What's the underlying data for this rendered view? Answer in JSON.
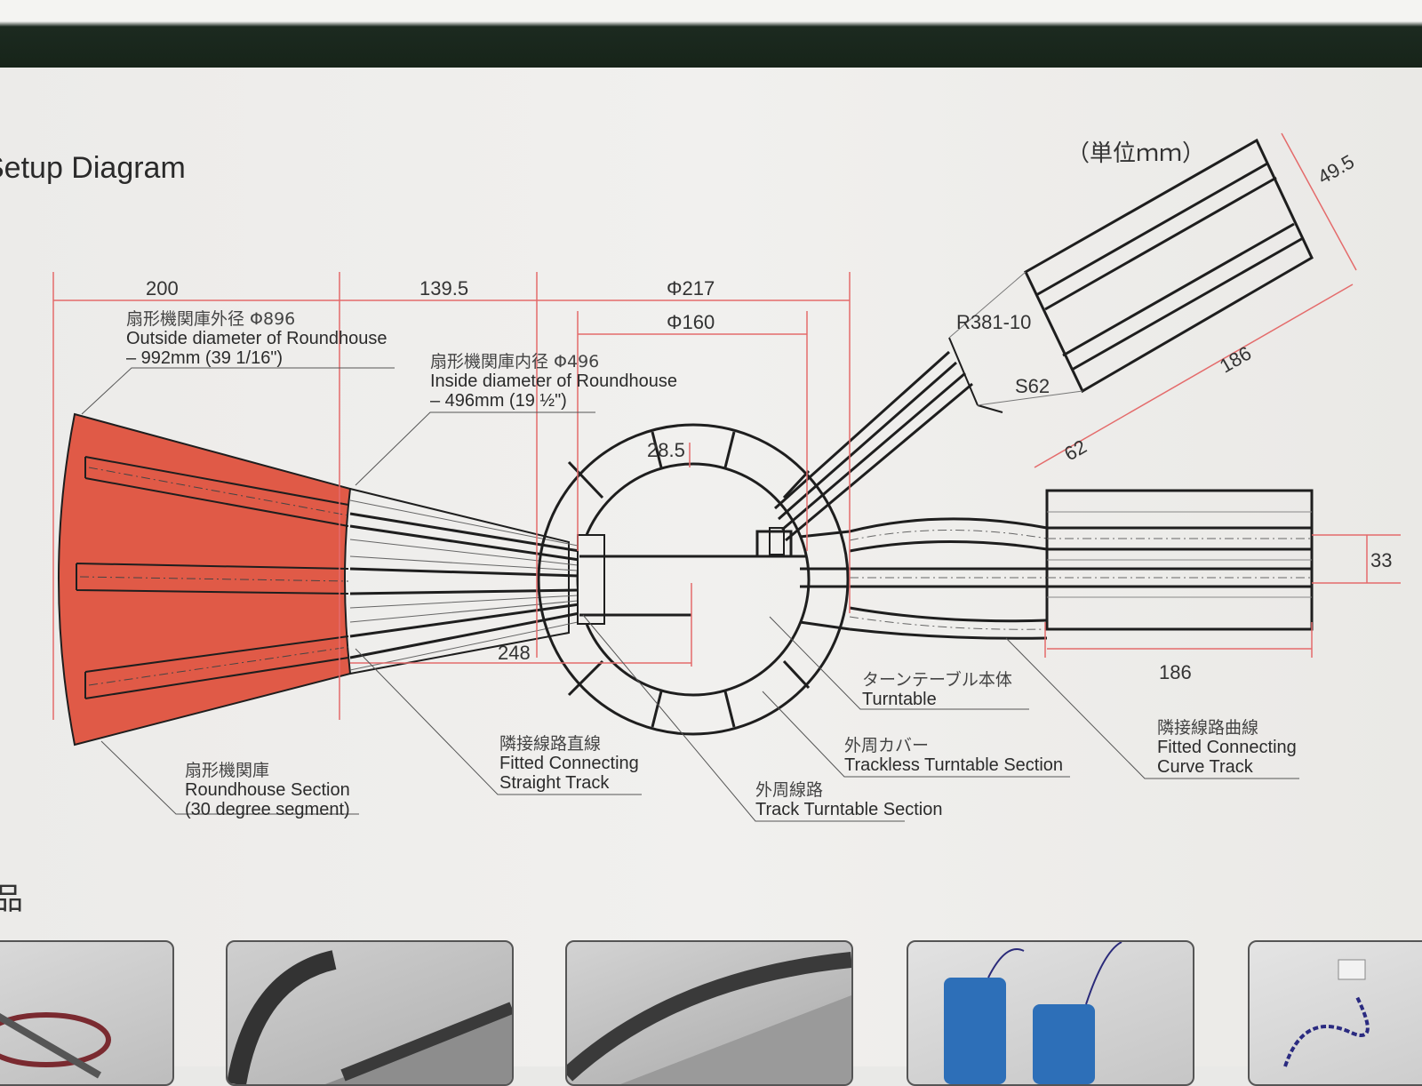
{
  "title": "Setup Diagram",
  "unit": "（単位ｍｍ）",
  "parts_heading": "品",
  "colors": {
    "roundhouse": "#e05a47",
    "line": "#1e1e1e",
    "leader": "#555555",
    "dimension": "#e46b6b"
  },
  "dimensions": {
    "d200": "200",
    "d139": "139.5",
    "d217": "Φ217",
    "d160": "Φ160",
    "d28": "28.5",
    "d248": "248",
    "d33": "33",
    "d186a": "186",
    "d186b": "186",
    "d62": "62",
    "d49": "49.5",
    "r381": "R381-10",
    "s62": "S62"
  },
  "labels": {
    "outside": {
      "jp": "扇形機関庫外径 Φ896",
      "en1": "Outside diameter of Roundhouse",
      "en2": "– 992mm (39 1/16\")"
    },
    "inside": {
      "jp": "扇形機関庫内径 Φ496",
      "en1": "Inside diameter of Roundhouse",
      "en2": "– 496mm (19 ½\")"
    },
    "roundhouse": {
      "jp": "扇形機関庫",
      "en1": "Roundhouse Section",
      "en2": "(30 degree segment)"
    },
    "straight": {
      "jp": "隣接線路直線",
      "en1": "Fitted Connecting",
      "en2": "Straight Track"
    },
    "track_tt": {
      "jp": "外周線路",
      "en1": "Track Turntable Section"
    },
    "trackless": {
      "jp": "外周カバー",
      "en1": "Trackless Turntable Section"
    },
    "turntable": {
      "jp": "ターンテーブル本体",
      "en1": "Turntable"
    },
    "curve": {
      "jp": "隣接線路曲線",
      "en1": "Fitted Connecting",
      "en2": "Curve Track"
    }
  }
}
